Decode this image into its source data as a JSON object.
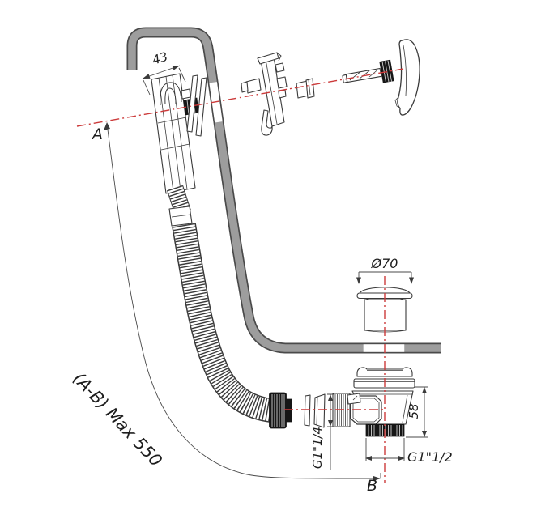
{
  "diagram": {
    "description": "Exploded technical drawing of a bath waste and overflow drain kit",
    "labels": {
      "point_a": "A",
      "point_b": "B"
    },
    "dimensions": {
      "overflow_width": "43",
      "plug_diameter": "Ø70",
      "drain_body_height": "58",
      "inlet_thread": "G1\"1/4",
      "outlet_thread": "G1\"1/2",
      "max_length": "(A-B) Max 550"
    },
    "colors": {
      "centerline_red": "#cc3b3b",
      "tub_gray": "#9d9d9d",
      "line_dark": "#3a3a3a",
      "part_black": "#161616",
      "background": "#ffffff"
    }
  }
}
